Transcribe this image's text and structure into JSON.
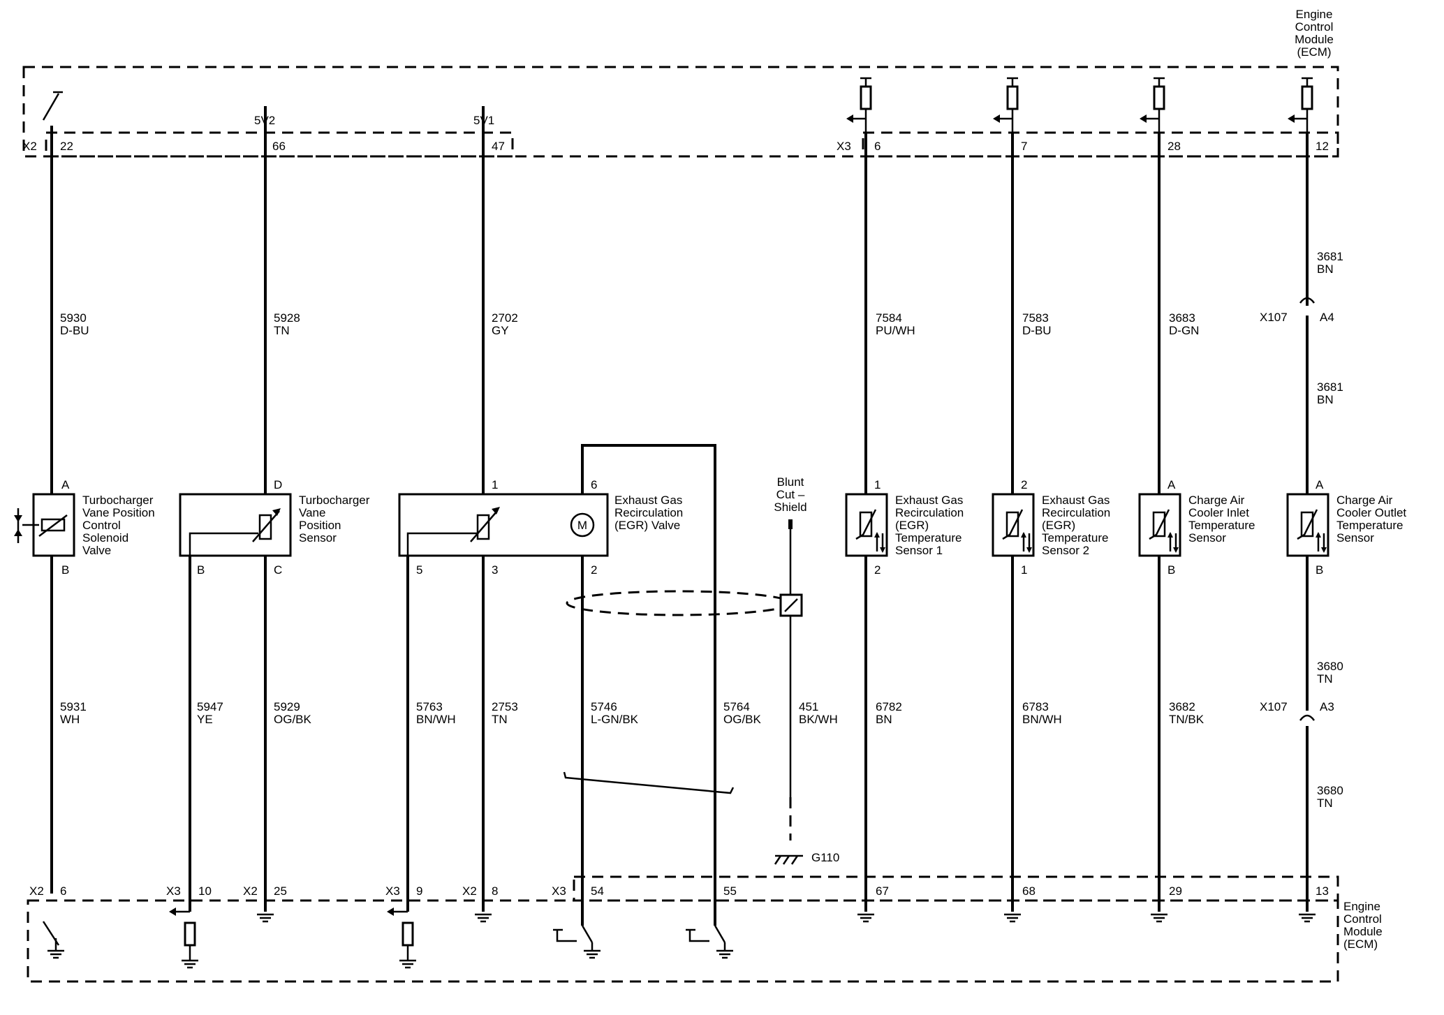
{
  "ecm_label_top": [
    "Engine",
    "Control",
    "Module",
    "(ECM)"
  ],
  "ecm_label_bottom": [
    "Engine",
    "Control",
    "Module",
    "(ECM)"
  ],
  "top_connectors": {
    "x2": "X2",
    "x3": "X3",
    "pins": [
      "22",
      "66",
      "47",
      "6",
      "7",
      "28",
      "12"
    ],
    "refs": [
      "5V2",
      "5V1"
    ]
  },
  "bottom_connectors": {
    "labels": [
      "X2",
      "X3",
      "X2",
      "X3",
      "X2",
      "X3"
    ],
    "pins": [
      "6",
      "10",
      "25",
      "9",
      "8",
      "54",
      "55",
      "67",
      "68",
      "29",
      "13"
    ]
  },
  "upper_wires": [
    {
      "num": "5930",
      "color": "D-BU"
    },
    {
      "num": "5928",
      "color": "TN"
    },
    {
      "num": "2702",
      "color": "GY"
    },
    {
      "num": "7584",
      "color": "PU/WH"
    },
    {
      "num": "7583",
      "color": "D-BU"
    },
    {
      "num": "3683",
      "color": "D-GN"
    },
    {
      "num": "3681",
      "color": "BN"
    },
    {
      "num": "3681",
      "color": "BN"
    }
  ],
  "lower_wires": [
    {
      "num": "5931",
      "color": "WH"
    },
    {
      "num": "5947",
      "color": "YE"
    },
    {
      "num": "5929",
      "color": "OG/BK"
    },
    {
      "num": "5763",
      "color": "BN/WH"
    },
    {
      "num": "2753",
      "color": "TN"
    },
    {
      "num": "5746",
      "color": "L-GN/BK"
    },
    {
      "num": "5764",
      "color": "OG/BK"
    },
    {
      "num": "451",
      "color": "BK/WH"
    },
    {
      "num": "6782",
      "color": "BN"
    },
    {
      "num": "6783",
      "color": "BN/WH"
    },
    {
      "num": "3682",
      "color": "TN/BK"
    },
    {
      "num": "3680",
      "color": "TN"
    },
    {
      "num": "3680",
      "color": "TN"
    }
  ],
  "inline_connectors": [
    {
      "name": "X107",
      "pin": "A4"
    },
    {
      "name": "X107",
      "pin": "A3"
    }
  ],
  "components": [
    {
      "lines": [
        "Turbocharger",
        "Vane Position",
        "Control",
        "Solenoid",
        "Valve"
      ],
      "pin_top": "A",
      "pins_bottom": [
        "B"
      ]
    },
    {
      "lines": [
        "Turbocharger",
        "Vane",
        "Position",
        "Sensor"
      ],
      "pin_top": "D",
      "pins_bottom": [
        "B",
        "C"
      ]
    },
    {
      "lines": [
        "Exhaust Gas",
        "Recirculation",
        "(EGR) Valve"
      ],
      "pins_top": [
        "1",
        "6"
      ],
      "pins_bottom": [
        "5",
        "3",
        "2"
      ],
      "motor": "M"
    },
    {
      "lines": [
        "Exhaust Gas",
        "Recirculation",
        "(EGR)",
        "Temperature",
        "Sensor 1"
      ],
      "pin_top": "1",
      "pins_bottom": [
        "2"
      ]
    },
    {
      "lines": [
        "Exhaust Gas",
        "Recirculation",
        "(EGR)",
        "Temperature",
        "Sensor 2"
      ],
      "pin_top": "2",
      "pins_bottom": [
        "1"
      ]
    },
    {
      "lines": [
        "Charge Air",
        "Cooler Inlet",
        "Temperature",
        "Sensor"
      ],
      "pin_top": "A",
      "pins_bottom": [
        "B"
      ]
    },
    {
      "lines": [
        "Charge Air",
        "Cooler Outlet",
        "Temperature",
        "Sensor"
      ],
      "pin_top": "A",
      "pins_bottom": [
        "B"
      ]
    }
  ],
  "shield": {
    "lines": [
      "Blunt",
      "Cut –",
      "Shield"
    ]
  },
  "ground": {
    "label": "G110"
  }
}
